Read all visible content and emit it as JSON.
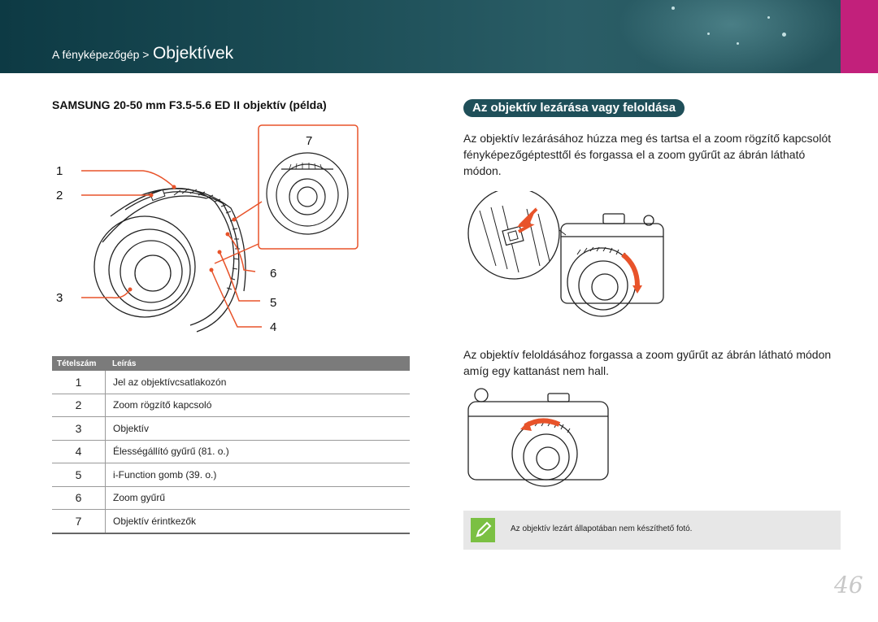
{
  "header": {
    "breadcrumb_small": "A fényképezőgép >",
    "breadcrumb_big": "Objektívek"
  },
  "left": {
    "title": "SAMSUNG 20-50 mm F3.5-5.6 ED II objektív (példa)",
    "callouts": [
      "1",
      "2",
      "3",
      "4",
      "5",
      "6",
      "7"
    ],
    "table": {
      "headers": [
        "Tételszám",
        "Leírás"
      ],
      "rows": [
        {
          "num": "1",
          "desc": "Jel az objektívcsatlakozón"
        },
        {
          "num": "2",
          "desc": "Zoom rögzítő kapcsoló"
        },
        {
          "num": "3",
          "desc": "Objektív"
        },
        {
          "num": "4",
          "desc": "Élességállító gyűrű (81. o.)"
        },
        {
          "num": "5",
          "desc": "i-Function gomb (39. o.)"
        },
        {
          "num": "6",
          "desc": "Zoom gyűrű"
        },
        {
          "num": "7",
          "desc": "Objektív érintkezők"
        }
      ]
    }
  },
  "right": {
    "heading": "Az objektív lezárása vagy feloldása",
    "para1": "Az objektív lezárásához húzza meg és tartsa el a zoom rögzítő kapcsolót fényképezőgéptesttől és forgassa el a zoom gyűrűt az ábrán látható módon.",
    "para2": "Az objektív feloldásához forgassa a zoom gyűrűt az ábrán látható módon amíg egy kattanást nem hall.",
    "note": "Az objektív lezárt állapotában nem készíthető fotó."
  },
  "colors": {
    "header": "#1b4c55",
    "accent_magenta": "#c2207b",
    "callout_orange": "#e8532a",
    "note_icon": "#7bc043"
  },
  "page_number": "46"
}
